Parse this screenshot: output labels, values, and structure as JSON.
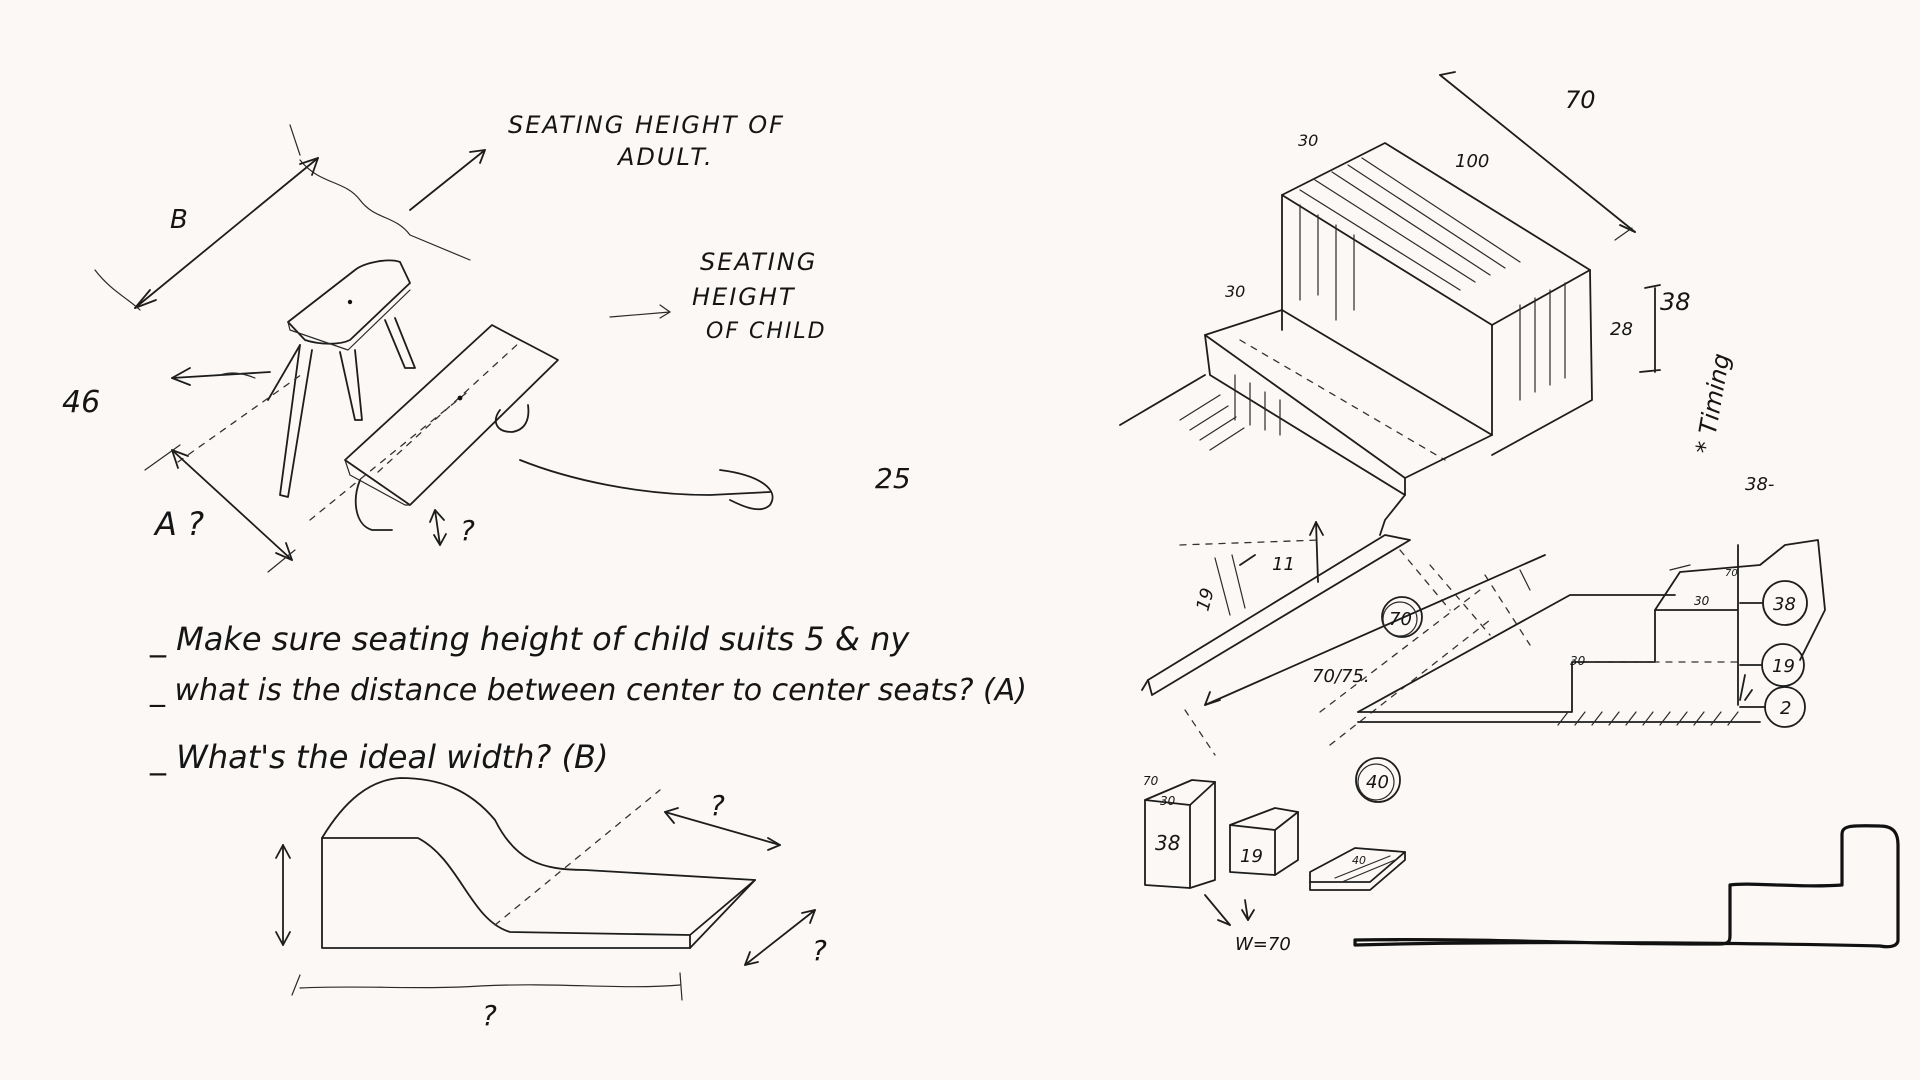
{
  "labels": {
    "adult_seat_note": [
      "SEATING HEIGHT OF",
      "ADULT."
    ],
    "child_seat_note": [
      "SEATING",
      "HEIGHT",
      "OF CHILD"
    ],
    "dim_b": "B",
    "dim_46": "46",
    "dim_a": "A ?",
    "dim_q_small": "?",
    "dim_25": "25",
    "dim_30_top": "30",
    "dim_100": "100",
    "dim_70_top": "70",
    "dim_30_mid": "30",
    "dim_38_side": "38",
    "dim_28": "28",
    "timing_note": "* Timing",
    "dim_38_dash": "38-",
    "dim_11": "11",
    "dim_19_side": "19",
    "circle_70": "70",
    "dim_70_75": "70/75.",
    "circle_40": "40",
    "circle_38": "38",
    "circle_19": "19",
    "circle_2": "2",
    "dim_30_step": "30",
    "dim_30_step2": "30",
    "dim_70_step": "70",
    "block_38": "38",
    "block_19": "19",
    "block_30": "30",
    "block_70": "70",
    "block_40": "40",
    "w70": "W=70",
    "q1": "?",
    "q2": "?",
    "q3": "?"
  },
  "notes": [
    "_ Make sure seating height of child suits 5 & ny",
    "_ what is the distance between center to center seats? (A)",
    "_ What's the ideal width? (B)"
  ]
}
